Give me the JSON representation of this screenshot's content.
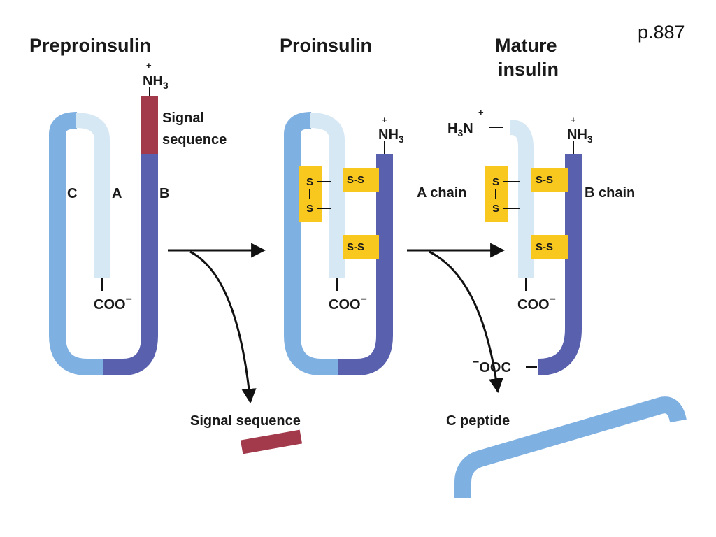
{
  "page_ref": "p.887",
  "panels": {
    "preproinsulin": {
      "title": "Preproinsulin",
      "labels": {
        "c": "C",
        "a": "A",
        "b": "B"
      },
      "signal": "Signal",
      "sequence": "sequence",
      "nh3_plus": "+",
      "nh3": "NH",
      "sub3": "3",
      "coo": "COO",
      "minus": "−"
    },
    "proinsulin": {
      "title": "Proinsulin",
      "s": "S",
      "ss": "S-S",
      "nh3_plus": "+",
      "nh3": "NH",
      "sub3": "3",
      "coo": "COO",
      "minus": "−"
    },
    "mature": {
      "title_line1": "Mature",
      "title_line2": "insulin",
      "a_chain": "A chain",
      "b_chain": "B chain",
      "h3n": "H",
      "h3n_sub": "3",
      "h3n_n": "N",
      "nh3_plus": "+",
      "nh3": "NH",
      "sub3": "3",
      "coo": "COO",
      "minus": "−",
      "ooc_minus": "−",
      "ooc": "OOC",
      "s": "S",
      "ss": "S-S"
    }
  },
  "released": {
    "signal_sequence": "Signal sequence",
    "c_peptide": "C peptide"
  },
  "colors": {
    "signal_sequence": "#a23a4c",
    "a_chain": "#d3e6f3",
    "b_chain": "#5b62ae",
    "c_peptide": "#7fafe0",
    "disulfide_box": "#f9c81e"
  }
}
